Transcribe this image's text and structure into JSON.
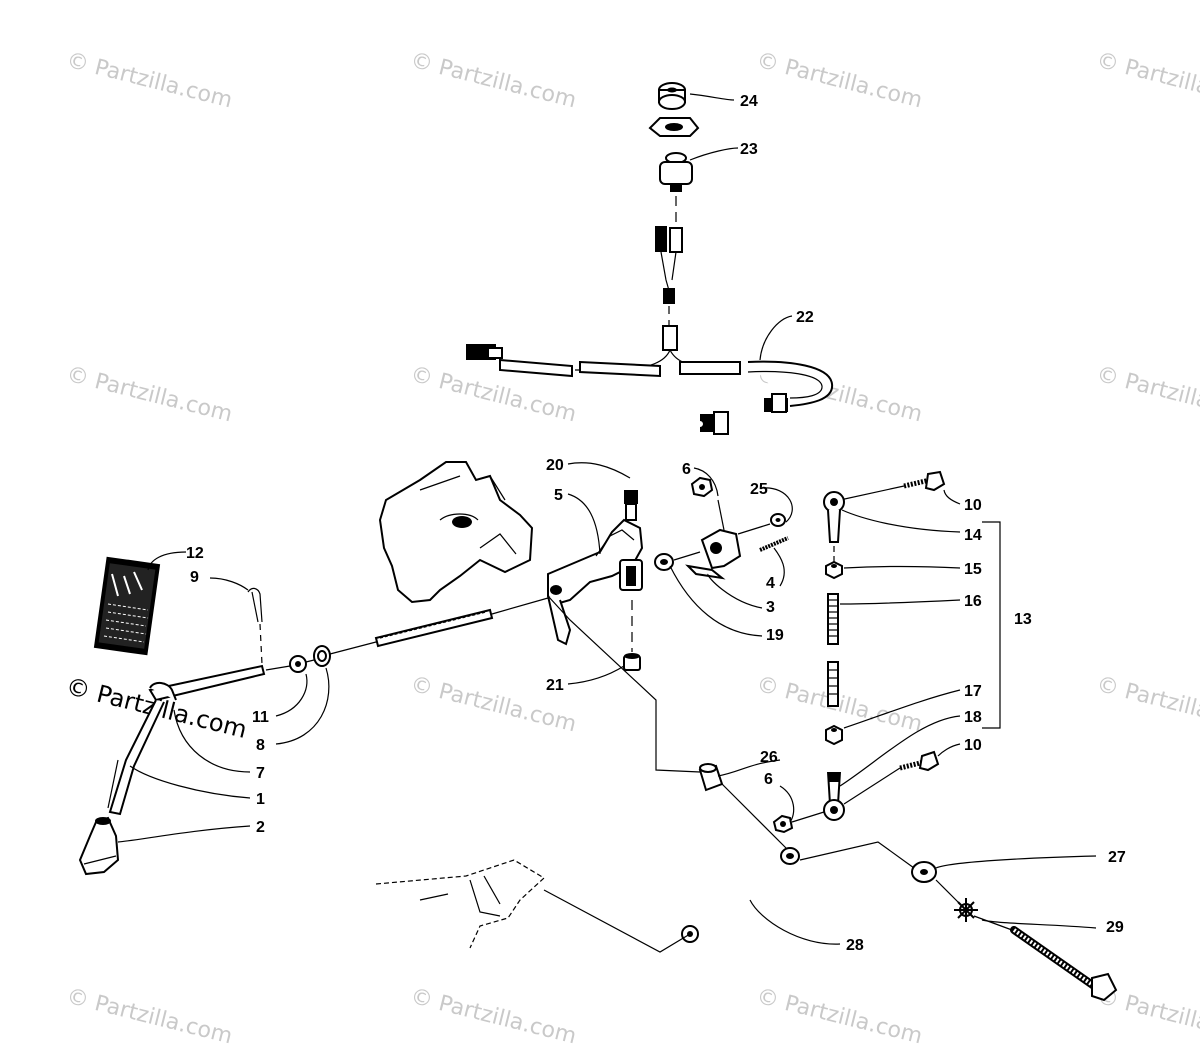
{
  "diagram": {
    "watermark_text": "© Partzilla.com",
    "callouts": {
      "c1": "1",
      "c2": "2",
      "c3": "3",
      "c4": "4",
      "c5": "5",
      "c6a": "6",
      "c6b": "6",
      "c7": "7",
      "c8": "8",
      "c9": "9",
      "c10a": "10",
      "c10b": "10",
      "c11": "11",
      "c12": "12",
      "c13": "13",
      "c14": "14",
      "c15": "15",
      "c16": "16",
      "c17": "17",
      "c18": "18",
      "c19": "19",
      "c20": "20",
      "c21": "21",
      "c22": "22",
      "c23": "23",
      "c24": "24",
      "c25": "25",
      "c26": "26",
      "c27": "27",
      "c28": "28",
      "c29": "29"
    },
    "parts": [
      {
        "id": "throttle-lever",
        "callout": "1"
      },
      {
        "id": "lever-grip",
        "callout": "2"
      },
      {
        "id": "cam-bracket",
        "callout": "3"
      },
      {
        "id": "roll-pin",
        "callout": "4"
      },
      {
        "id": "switch-bracket",
        "callout": "5"
      },
      {
        "id": "lock-nut",
        "callout": "6"
      },
      {
        "id": "spring",
        "callout": "7"
      },
      {
        "id": "washer",
        "callout": "8"
      },
      {
        "id": "cotter-pin",
        "callout": "9"
      },
      {
        "id": "cap-screw",
        "callout": "10"
      },
      {
        "id": "flat-washer",
        "callout": "11"
      },
      {
        "id": "decal",
        "callout": "12"
      },
      {
        "id": "tie-rod-assembly",
        "callout": "13"
      },
      {
        "id": "rod-end-upper",
        "callout": "14"
      },
      {
        "id": "jam-nut-upper",
        "callout": "15"
      },
      {
        "id": "threaded-rod",
        "callout": "16"
      },
      {
        "id": "jam-nut-lower",
        "callout": "17"
      },
      {
        "id": "rod-end-lower",
        "callout": "18"
      },
      {
        "id": "bushing",
        "callout": "19"
      },
      {
        "id": "kill-switch-wire",
        "callout": "20"
      },
      {
        "id": "nut",
        "callout": "21"
      },
      {
        "id": "wiring-harness",
        "callout": "22"
      },
      {
        "id": "stop-switch",
        "callout": "23"
      },
      {
        "id": "switch-nut",
        "callout": "24"
      },
      {
        "id": "washer-25",
        "callout": "25"
      },
      {
        "id": "spacer",
        "callout": "26"
      },
      {
        "id": "fender-washer",
        "callout": "27"
      },
      {
        "id": "linkage-rod",
        "callout": "28"
      },
      {
        "id": "long-bolt",
        "callout": "29"
      }
    ]
  }
}
